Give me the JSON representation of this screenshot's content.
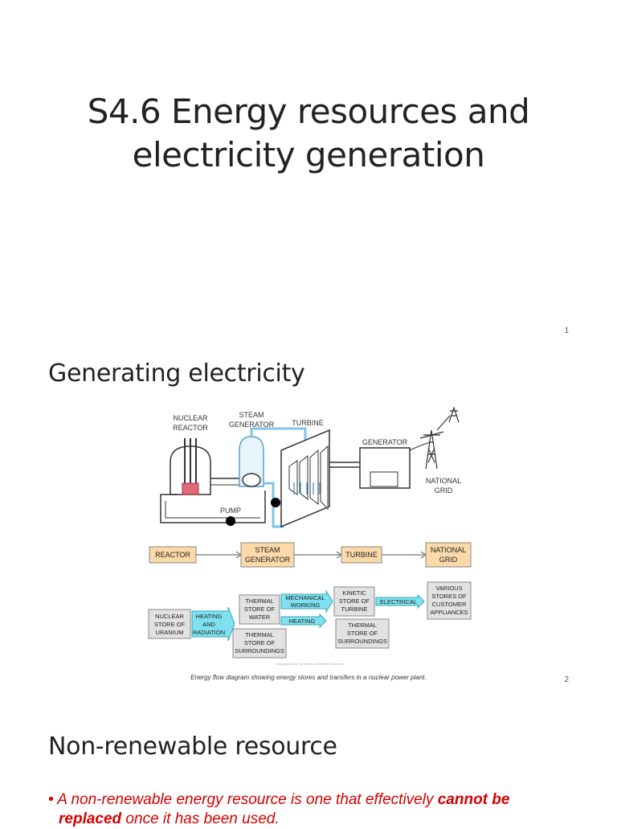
{
  "slide1": {
    "title_line1": "S4.6 Energy resources and",
    "title_line2": "electricity generation",
    "page_number": "1"
  },
  "slide2": {
    "heading": "Generating electricity",
    "page_number": "2",
    "diagram": {
      "labels": {
        "nuclear": "NUCLEAR",
        "reactor": "REACTOR",
        "steam": "STEAM",
        "generator_word": "GENERATOR",
        "turbine": "TURBINE",
        "generator": "GENERATOR",
        "national": "NATIONAL",
        "grid": "GRID",
        "pump": "PUMP"
      },
      "flow_boxes": {
        "reactor": "REACTOR",
        "steam_generator_1": "STEAM",
        "steam_generator_2": "GENERATOR",
        "turbine": "TURBINE",
        "national_grid_1": "NATIONAL",
        "national_grid_2": "GRID"
      },
      "energy_boxes": {
        "nuclear_store": [
          "NUCLEAR",
          "STORE OF",
          "URANIUM"
        ],
        "heating_radiation": [
          "HEATING",
          "AND",
          "RADIATION"
        ],
        "thermal_water": [
          "THERMAL",
          "STORE OF",
          "WATER"
        ],
        "mechanical_working": [
          "MECHANICAL",
          "WORKING"
        ],
        "heating": [
          "HEATING"
        ],
        "thermal_surroundings_1": [
          "THERMAL",
          "STORE OF",
          "SURROUNDINGS"
        ],
        "kinetic_turbine": [
          "KINETIC",
          "STORE OF",
          "TURBINE"
        ],
        "electrical": [
          "ELECTRICAL"
        ],
        "thermal_surroundings_2": [
          "THERMAL",
          "STORE OF",
          "SURROUNDINGS"
        ],
        "various_stores": [
          "VARIOUS",
          "STORES OF",
          "CUSTOMER",
          "APPLIANCES"
        ]
      },
      "copyright": "Copyright Save My Exams. All Rights Reserved"
    },
    "caption": "Energy flow diagram showing energy stores and transfers in a nuclear power plant."
  },
  "slide3": {
    "heading": "Non-renewable resource",
    "bullet_prefix": "• A non-renewable energy resource is one that effectively ",
    "bullet_bold1": "cannot be",
    "bullet_bold2": "replaced",
    "bullet_suffix": " once it has been used."
  },
  "colors": {
    "accent_red": "#d40000",
    "box_orange": "#fcd9a8",
    "box_cyan": "#7fe0ef",
    "box_grey": "#e2e2e2",
    "pipe_blue": "#7ec4e8"
  }
}
